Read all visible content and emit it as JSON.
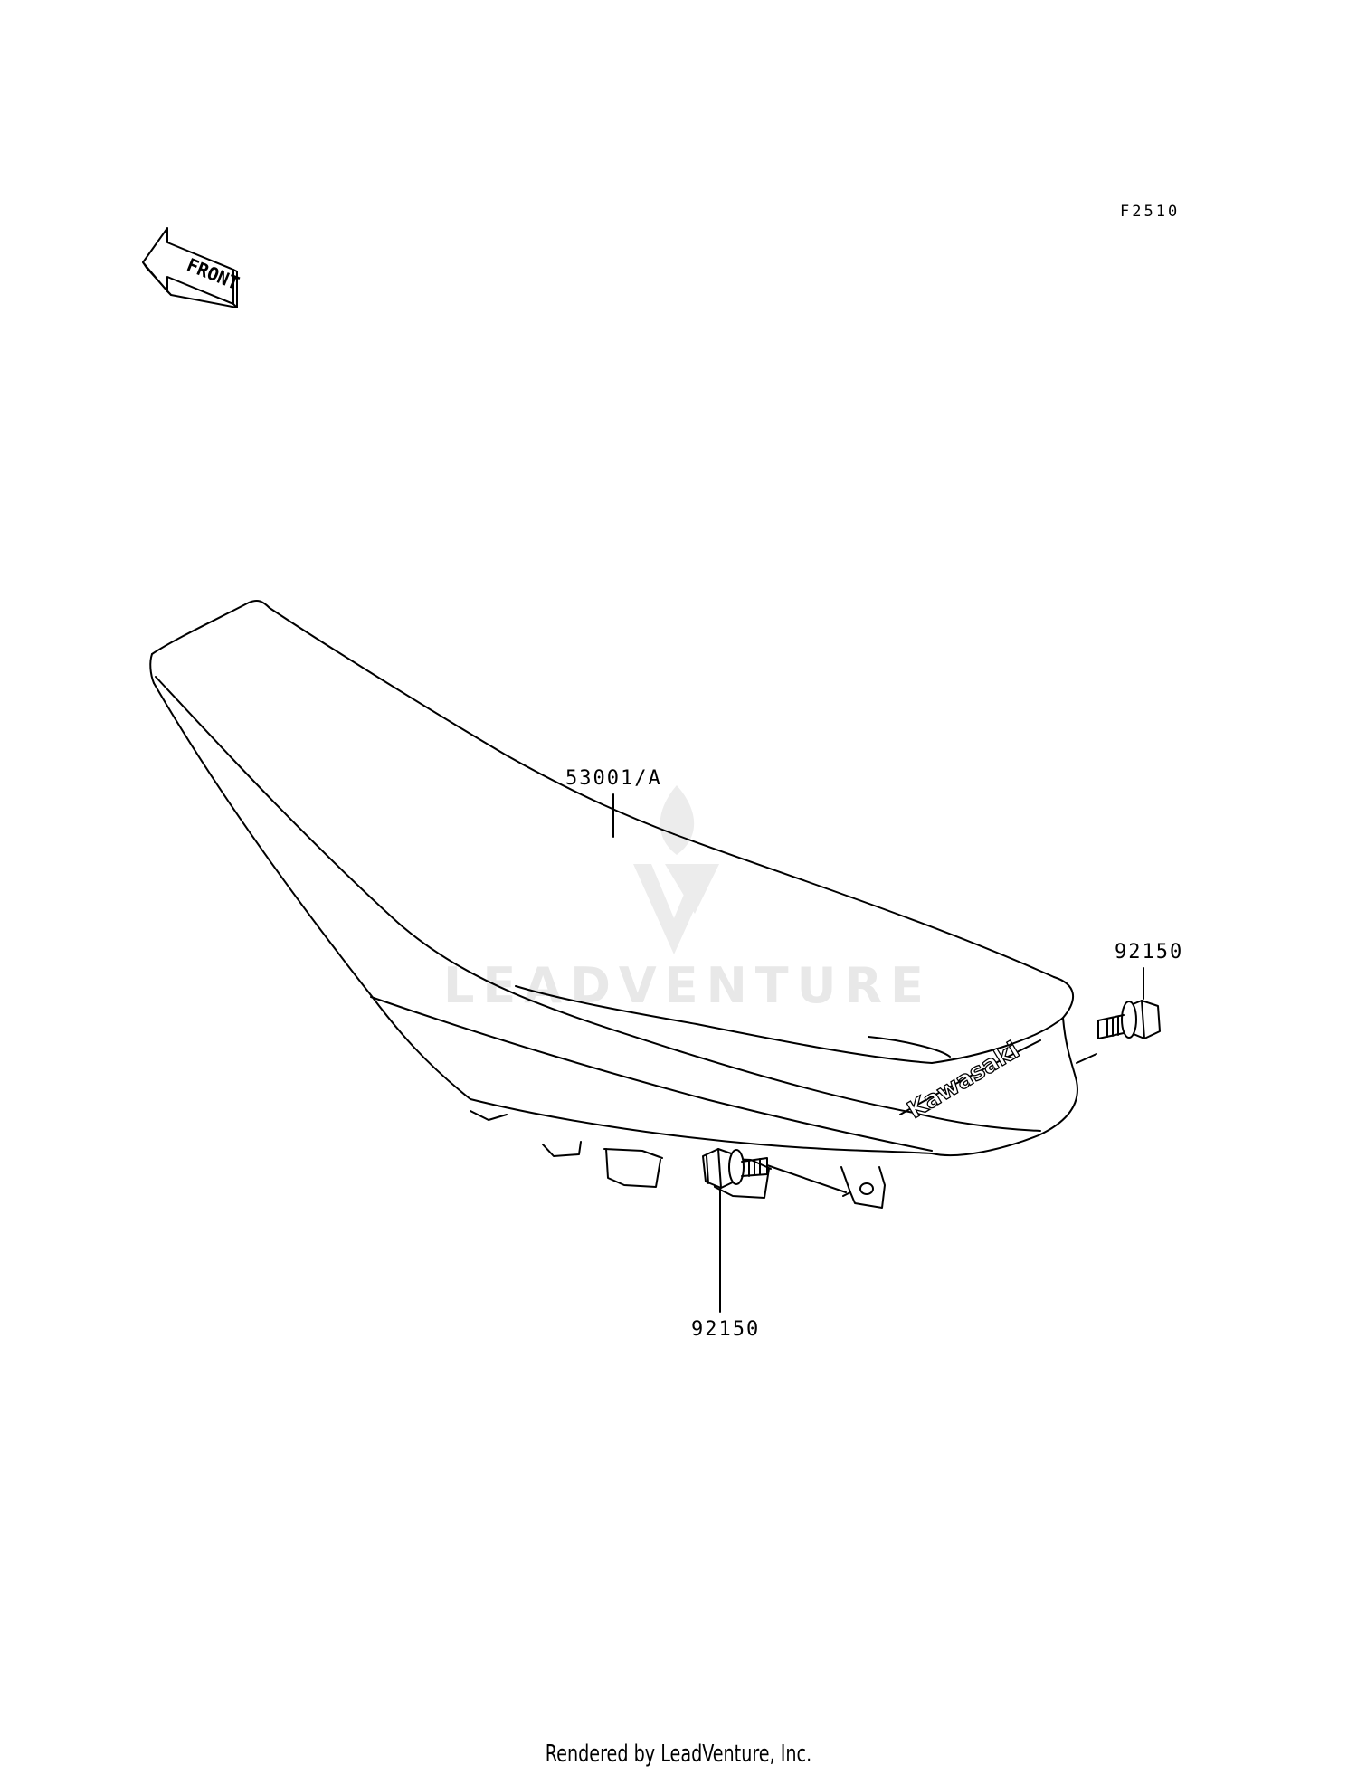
{
  "diagram_code": "F2510",
  "front_arrow": {
    "text": "FRONT"
  },
  "seat": {
    "part_label": "53001/A",
    "brand_marking": "Kawasaki"
  },
  "bolts": [
    {
      "part_label": "92150",
      "position": "rear"
    },
    {
      "part_label": "92150",
      "position": "lower"
    }
  ],
  "watermark": {
    "text": "LEADVENTURE"
  },
  "footer": {
    "text": "Rendered by LeadVenture, Inc."
  },
  "colors": {
    "line": "#000000",
    "watermark": "#e6e6e6",
    "background": "#ffffff"
  }
}
